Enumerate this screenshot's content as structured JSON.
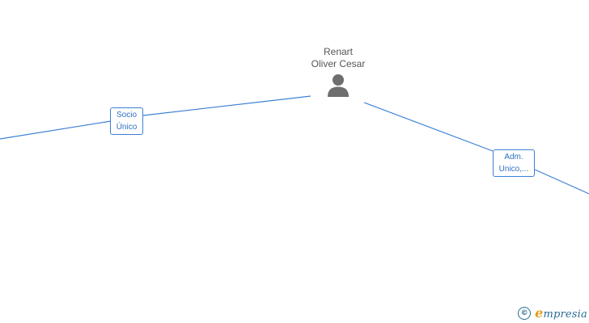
{
  "diagram": {
    "center_person": {
      "name_line1": "Renart",
      "name_line2": "Oliver Cesar",
      "icon": "person-icon"
    },
    "relations": [
      {
        "label_line1": "Socio",
        "label_line2": "Único"
      },
      {
        "label_line1": "Adm.",
        "label_line2": "Unico,..."
      }
    ],
    "colors": {
      "edge": "#3d7fd6",
      "label_text": "#2f6fc4",
      "person_icon": "#6e6e6e",
      "brand": "#2a6b93",
      "brand_accent": "#e0a01a"
    }
  },
  "watermark": {
    "copyright_symbol": "©",
    "brand_initial": "e",
    "brand_rest": "mpresia"
  }
}
